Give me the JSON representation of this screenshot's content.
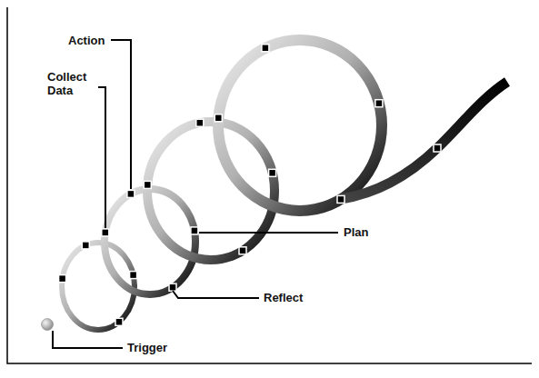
{
  "diagram": {
    "labels": [
      "Action",
      "Collect Data",
      "Plan",
      "Reflect",
      "Trigger"
    ]
  }
}
